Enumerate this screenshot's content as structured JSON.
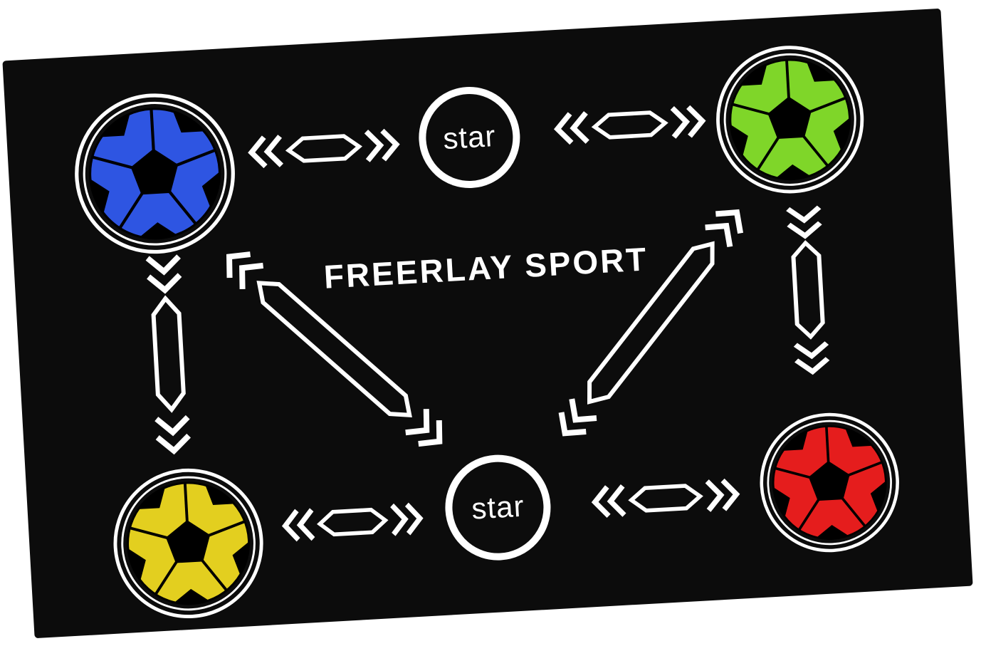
{
  "page": {
    "background": "#ffffff"
  },
  "mat": {
    "background": "#0c0c0c",
    "marking_color": "#ffffff",
    "brand_text": "FREERLAY SPORT"
  },
  "stations": {
    "top_label": "star",
    "bottom_label": "star"
  },
  "balls": [
    {
      "name": "blue-soccer-ball",
      "position": "top-left",
      "color": "#2e55e2"
    },
    {
      "name": "green-soccer-ball",
      "position": "top-right",
      "color": "#7fd629"
    },
    {
      "name": "yellow-soccer-ball",
      "position": "bottom-left",
      "color": "#e3cf1f"
    },
    {
      "name": "red-soccer-ball",
      "position": "bottom-right",
      "color": "#e51d1d"
    }
  ],
  "icons": [
    "soccer-ball-icon",
    "star-circle-marker",
    "chevron-dash-arrow-horizontal",
    "chevron-dash-arrow-vertical",
    "chevron-dash-arrow-diagonal"
  ]
}
